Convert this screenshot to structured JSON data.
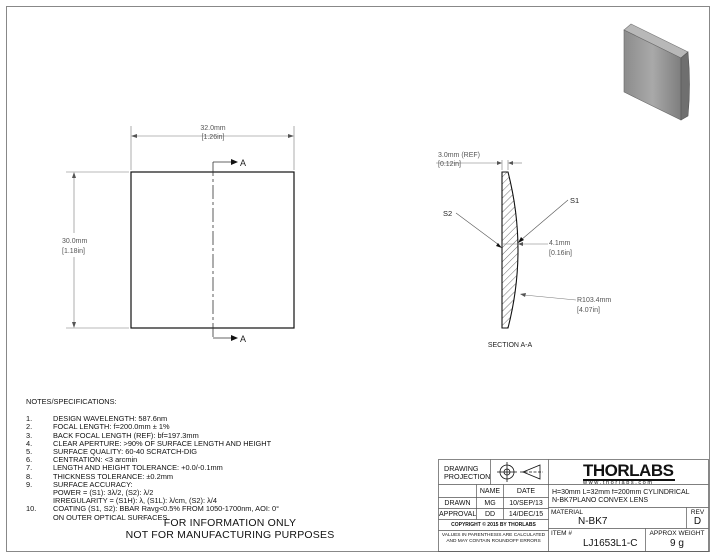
{
  "front_view": {
    "width_mm": "32.0mm",
    "width_in": "[1.26in]",
    "height_mm": "30.0mm",
    "height_in": "[1.18in]",
    "section_label_top": "A",
    "section_label_bottom": "A"
  },
  "section_view": {
    "ref_mm": "3.0mm (REF)",
    "ref_in": "[0.12in]",
    "s1": "S1",
    "s2": "S2",
    "thickness_mm": "4.1mm",
    "thickness_in": "[0.16in]",
    "radius_mm": "R103.4mm",
    "radius_in": "[4.07in]",
    "caption": "SECTION A-A"
  },
  "notes": {
    "header": "NOTES/SPECIFICATIONS:",
    "items": [
      {
        "num": "1.",
        "text": "DESIGN WAVELENGTH: 587.6nm"
      },
      {
        "num": "2.",
        "text": "FOCAL LENGTH: f=200.0mm ± 1%"
      },
      {
        "num": "3.",
        "text": "BACK FOCAL LENGTH (REF): bf=197.3mm"
      },
      {
        "num": "4.",
        "text": "CLEAR APERTURE: >90% OF SURFACE LENGTH AND HEIGHT"
      },
      {
        "num": "5.",
        "text": "SURFACE QUALITY: 60-40 SCRATCH-DIG"
      },
      {
        "num": "6.",
        "text": "CENTRATION: <3 arcmin"
      },
      {
        "num": "7.",
        "text": "LENGTH AND HEIGHT TOLERANCE: +0.0/-0.1mm"
      },
      {
        "num": "8.",
        "text": "THICKNESS TOLERANCE: ±0.2mm"
      },
      {
        "num": "9.",
        "text": "SURFACE ACCURACY:"
      },
      {
        "num": "",
        "text": "POWER = (S1): 3λ/2, (S2): λ/2"
      },
      {
        "num": "",
        "text": "IRREGULARITY = (S1H): λ, (S1L): λ/cm, (S2): λ/4"
      },
      {
        "num": "10.",
        "text": "COATING (S1, S2): BBAR Ravg<0.5% FROM 1050-1700nm, AOI: 0°"
      },
      {
        "num": "",
        "text": "ON OUTER OPTICAL SURFACES"
      }
    ],
    "info_line1": "FOR INFORMATION ONLY",
    "info_line2": "NOT FOR MANUFACTURING PURPOSES"
  },
  "title_block": {
    "drawing_projection": "DRAWING\nPROJECTION",
    "name_hdr": "NAME",
    "date_hdr": "DATE",
    "drawn_label": "DRAWN",
    "drawn_name": "MG",
    "drawn_date": "10/SEP/13",
    "approval_label": "APPROVAL",
    "approval_name": "DD",
    "approval_date": "14/DEC/15",
    "copyright": "COPYRIGHT © 2015 BY THORLABS",
    "values_note_1": "VALUES IN PARENTHESIS ARE CALCULATED",
    "values_note_2": "AND MAY CONTAIN ROUNDOFF ERRORS",
    "logo_thor": "THOR",
    "logo_labs": "LABS",
    "website": "w w w . t h o r l a b s . c o m",
    "description_1": "H=30mm L=32mm f=200mm CYLINDRICAL",
    "description_2": "N-BK7PLANO CONVEX LENS",
    "material_label": "MATERIAL",
    "material": "N-BK7",
    "rev_label": "REV",
    "rev": "D",
    "item_label": "ITEM #",
    "item": "LJ1653L1-C",
    "weight_label": "APPROX WEIGHT",
    "weight": "9 g"
  }
}
